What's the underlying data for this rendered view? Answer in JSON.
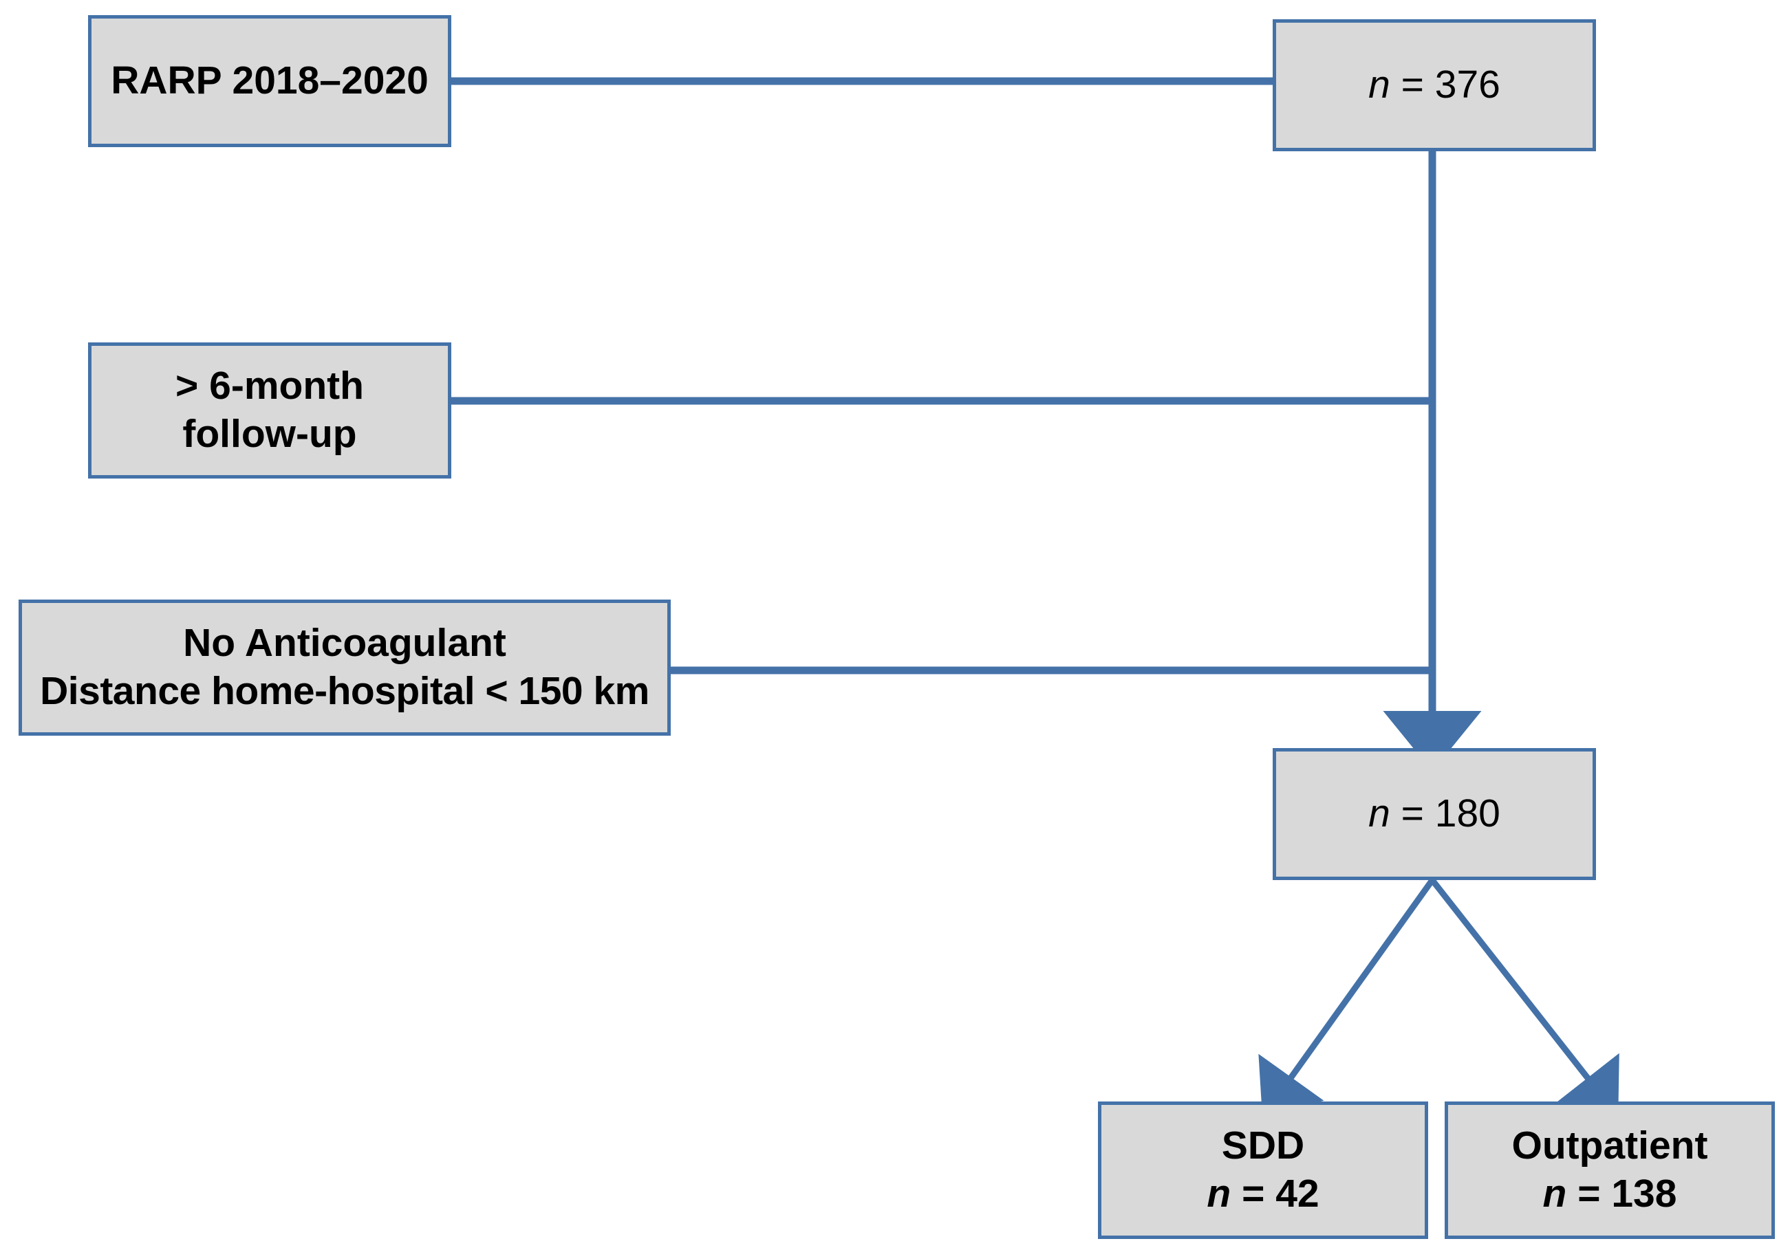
{
  "diagram": {
    "type": "flowchart",
    "title": "Patient selection flow for RARP same-day discharge study",
    "colors": {
      "node_fill": "#D9D9D9",
      "node_border": "#4472A8",
      "connector": "#4472A8",
      "text": "#000000",
      "background": "#FFFFFF"
    },
    "nodes": [
      {
        "id": "rarp",
        "name": "rarp-cohort-box",
        "lines": [
          "RARP 2018–2020"
        ]
      },
      {
        "id": "n376",
        "name": "total-count-box",
        "lines": [
          "n = 376"
        ],
        "symbol": "n",
        "operator": "=",
        "count": "376"
      },
      {
        "id": "followup",
        "name": "followup-criterion-box",
        "lines": [
          "> 6-month",
          "follow-up"
        ]
      },
      {
        "id": "criteria",
        "name": "eligibility-criteria-box",
        "lines": [
          "No Anticoagulant",
          "Distance home-hospital < 150 km"
        ]
      },
      {
        "id": "n180",
        "name": "eligible-count-box",
        "lines": [
          "n = 180"
        ],
        "symbol": "n",
        "operator": "=",
        "count": "180"
      },
      {
        "id": "sdd",
        "name": "sdd-group-box",
        "lines": [
          "SDD",
          "n = 42"
        ],
        "label": "SDD",
        "symbol": "n",
        "operator": "=",
        "count": "42"
      },
      {
        "id": "outpatient",
        "name": "outpatient-group-box",
        "lines": [
          "Outpatient",
          "n = 138"
        ],
        "label": "Outpatient",
        "symbol": "n",
        "operator": "=",
        "count": "138"
      }
    ],
    "edges": [
      {
        "from": "rarp",
        "to": "n376",
        "style": "elbow-horizontal",
        "arrowhead": false
      },
      {
        "from": "n376",
        "to": "n180",
        "style": "vertical-trunk",
        "arrowhead": true
      },
      {
        "from": "followup",
        "to": "trunk",
        "style": "horizontal",
        "arrowhead": false
      },
      {
        "from": "criteria",
        "to": "trunk",
        "style": "horizontal",
        "arrowhead": false
      },
      {
        "from": "n180",
        "to": "sdd",
        "style": "diagonal",
        "arrowhead": true
      },
      {
        "from": "n180",
        "to": "outpatient",
        "style": "diagonal",
        "arrowhead": true
      }
    ]
  }
}
